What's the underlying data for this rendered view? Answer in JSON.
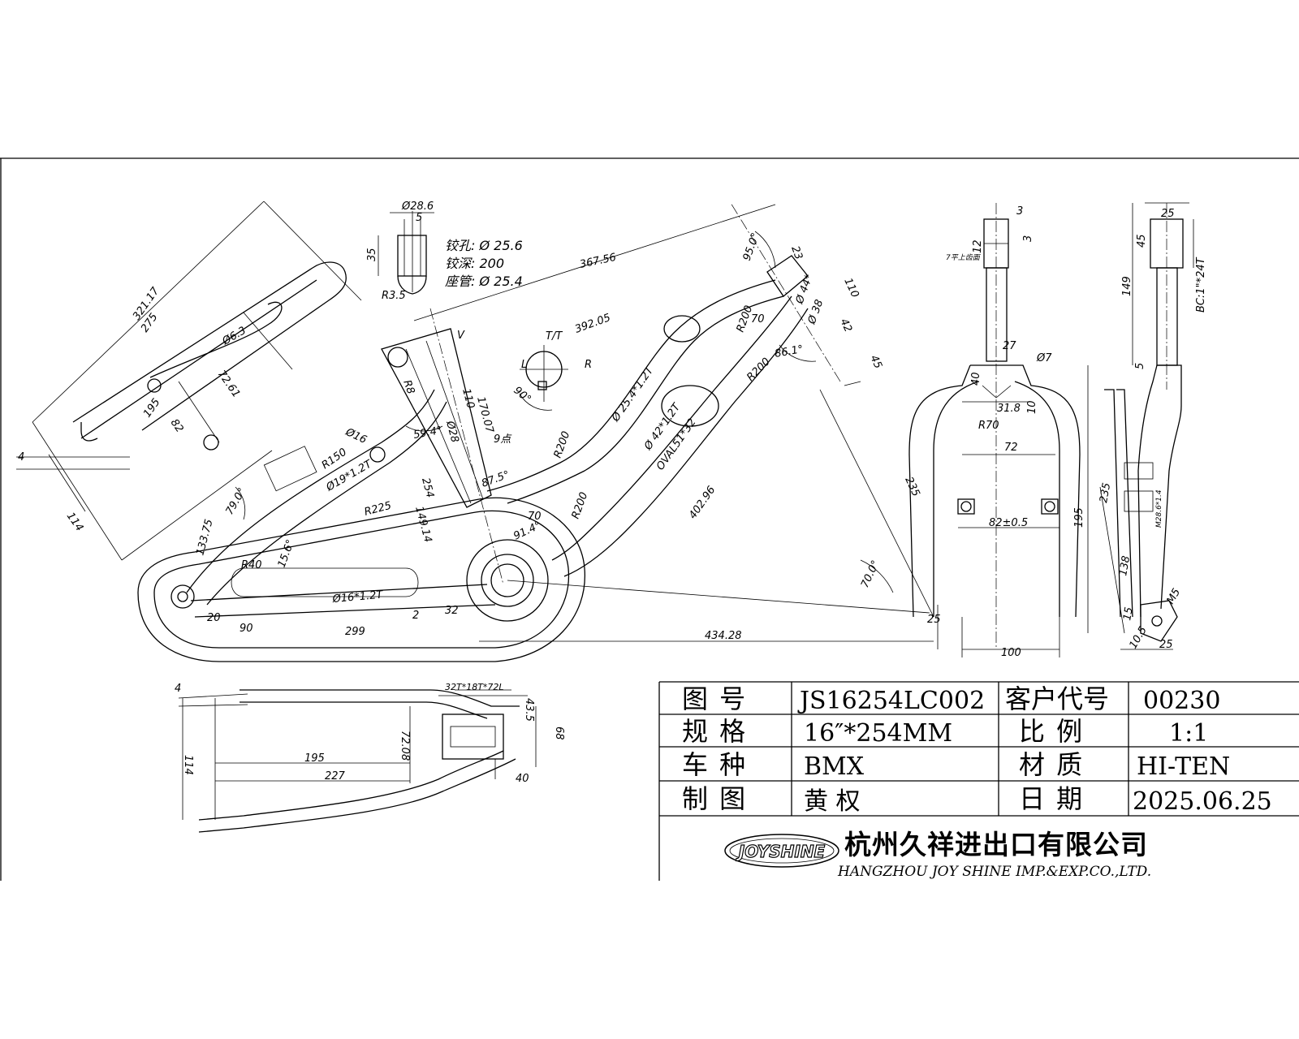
{
  "frame_drawing": {
    "top_notes": {
      "tube_dia": "Ø28.6",
      "tube_gap": "5",
      "tube_len": "35",
      "tube_radius": "R3.5",
      "ream_hole": "铰孔:  Ø 25.6",
      "ream_depth": "铰深: 200",
      "seat_tube": "座管:  Ø 25.4"
    },
    "dims": {
      "d367": "367.56",
      "d392": "392.05",
      "d321": "321.17",
      "d275": "275",
      "d63": "Ø6.3",
      "d72a": "72.61",
      "d195a": "195",
      "d82": "82",
      "d4a": "4",
      "d114a": "114",
      "d133": "133.75",
      "d79": "79.0°",
      "d16": "Ø16",
      "dR150": "R150",
      "d19": "Ø19*1.2T",
      "dR225": "R225",
      "d254": "254",
      "d149": "149.14",
      "d110": "110",
      "d170": "170.07",
      "d59": "59.4°",
      "d28": "Ø28",
      "d9": "9点",
      "d87": "87.5°",
      "d91": "91.4°",
      "d70a": "70",
      "d15": "15.6°",
      "dR40": "R40",
      "d16t": "Ø16*1.2T",
      "d20": "20",
      "d90": "90",
      "d299": "299",
      "d2": "2",
      "d32": "32",
      "d434": "434.28",
      "d25a": "25",
      "d70deg": "70.0°",
      "d235": "235",
      "d402": "402.96",
      "d42": "Ø 42*1.2T",
      "doval": "OVAL51*32",
      "dR200a": "R200",
      "dR200b": "R200",
      "dR200c": "R200",
      "dR200d": "R200",
      "d25t": "Ø 25.4*1.2T",
      "d95": "95.0°",
      "d23": "23",
      "d44": "Ø 44*",
      "d38": "Ø 38",
      "d110b": "110",
      "d42b": "42",
      "d70b": "70",
      "d86": "86.1°",
      "d45": "45",
      "chain": "32T*18T*72L",
      "d4b": "4",
      "d114b": "114",
      "d195b": "195",
      "d227": "227",
      "d72b": "72.08",
      "d43": "43.5",
      "d68": "68",
      "d40": "40",
      "d90deg": "90°",
      "tt": "T/T",
      "l": "L",
      "r": "R",
      "v": "V",
      "dR": "R8"
    }
  },
  "fork_drawing": {
    "d3a": "3",
    "d3b": "3",
    "d12": "12",
    "note": "7平上齿面",
    "d27": "27",
    "d40": "40",
    "d7": "Ø7",
    "d31": "31.8",
    "d10": "10",
    "dR70": "R70",
    "d72": "72",
    "d82": "82±0.5",
    "d195": "195",
    "d100": "100"
  },
  "fork_side": {
    "d25": "25",
    "d45": "45",
    "d149": "149",
    "bc": "BC:1\"*24T",
    "d5": "5",
    "d235": "235",
    "d138": "138",
    "d15": "15",
    "d10": "10.5",
    "d25b": "25",
    "m": "M5",
    "mw": "M28.6*1.4"
  },
  "title_block": {
    "lbl_drawing_no": "图  号",
    "val_drawing_no": "JS16254LC002",
    "lbl_customer_code": "客户代号",
    "val_customer_code": "00230",
    "lbl_spec": "规  格",
    "val_spec": "16″*254MM",
    "lbl_scale": "比  例",
    "val_scale": "1:1",
    "lbl_type": "车  种",
    "val_type": "BMX",
    "lbl_material": "材  质",
    "val_material": "HI-TEN",
    "lbl_drafter": "制  图",
    "val_drafter": "黄  权",
    "lbl_date": "日  期",
    "val_date": "2025.06.25",
    "logo": "JOYSHINE",
    "company_cn": "杭州久祥进出口有限公司",
    "company_en": "HANGZHOU JOY SHINE IMP.&EXP.CO.,LTD."
  }
}
